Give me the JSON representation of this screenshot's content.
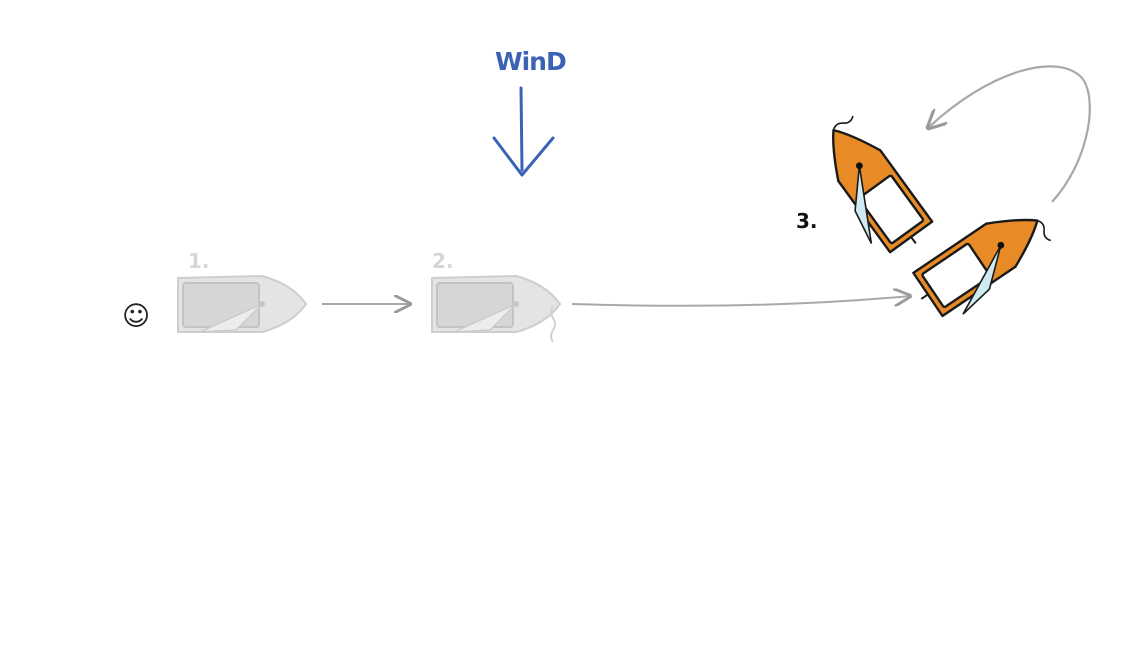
{
  "smiley": "☺",
  "wind": {
    "label": "WinD"
  },
  "steps": [
    {
      "label": "1."
    },
    {
      "label": "2."
    },
    {
      "label": "3."
    }
  ],
  "colors": {
    "wind": "#3b62b4",
    "hull_active": "#e88b26",
    "hull_ghost": "#d9d9d9",
    "sail": "#cfeaf2",
    "arrow": "#a8a8a8",
    "outline": "#1a1a1a"
  }
}
